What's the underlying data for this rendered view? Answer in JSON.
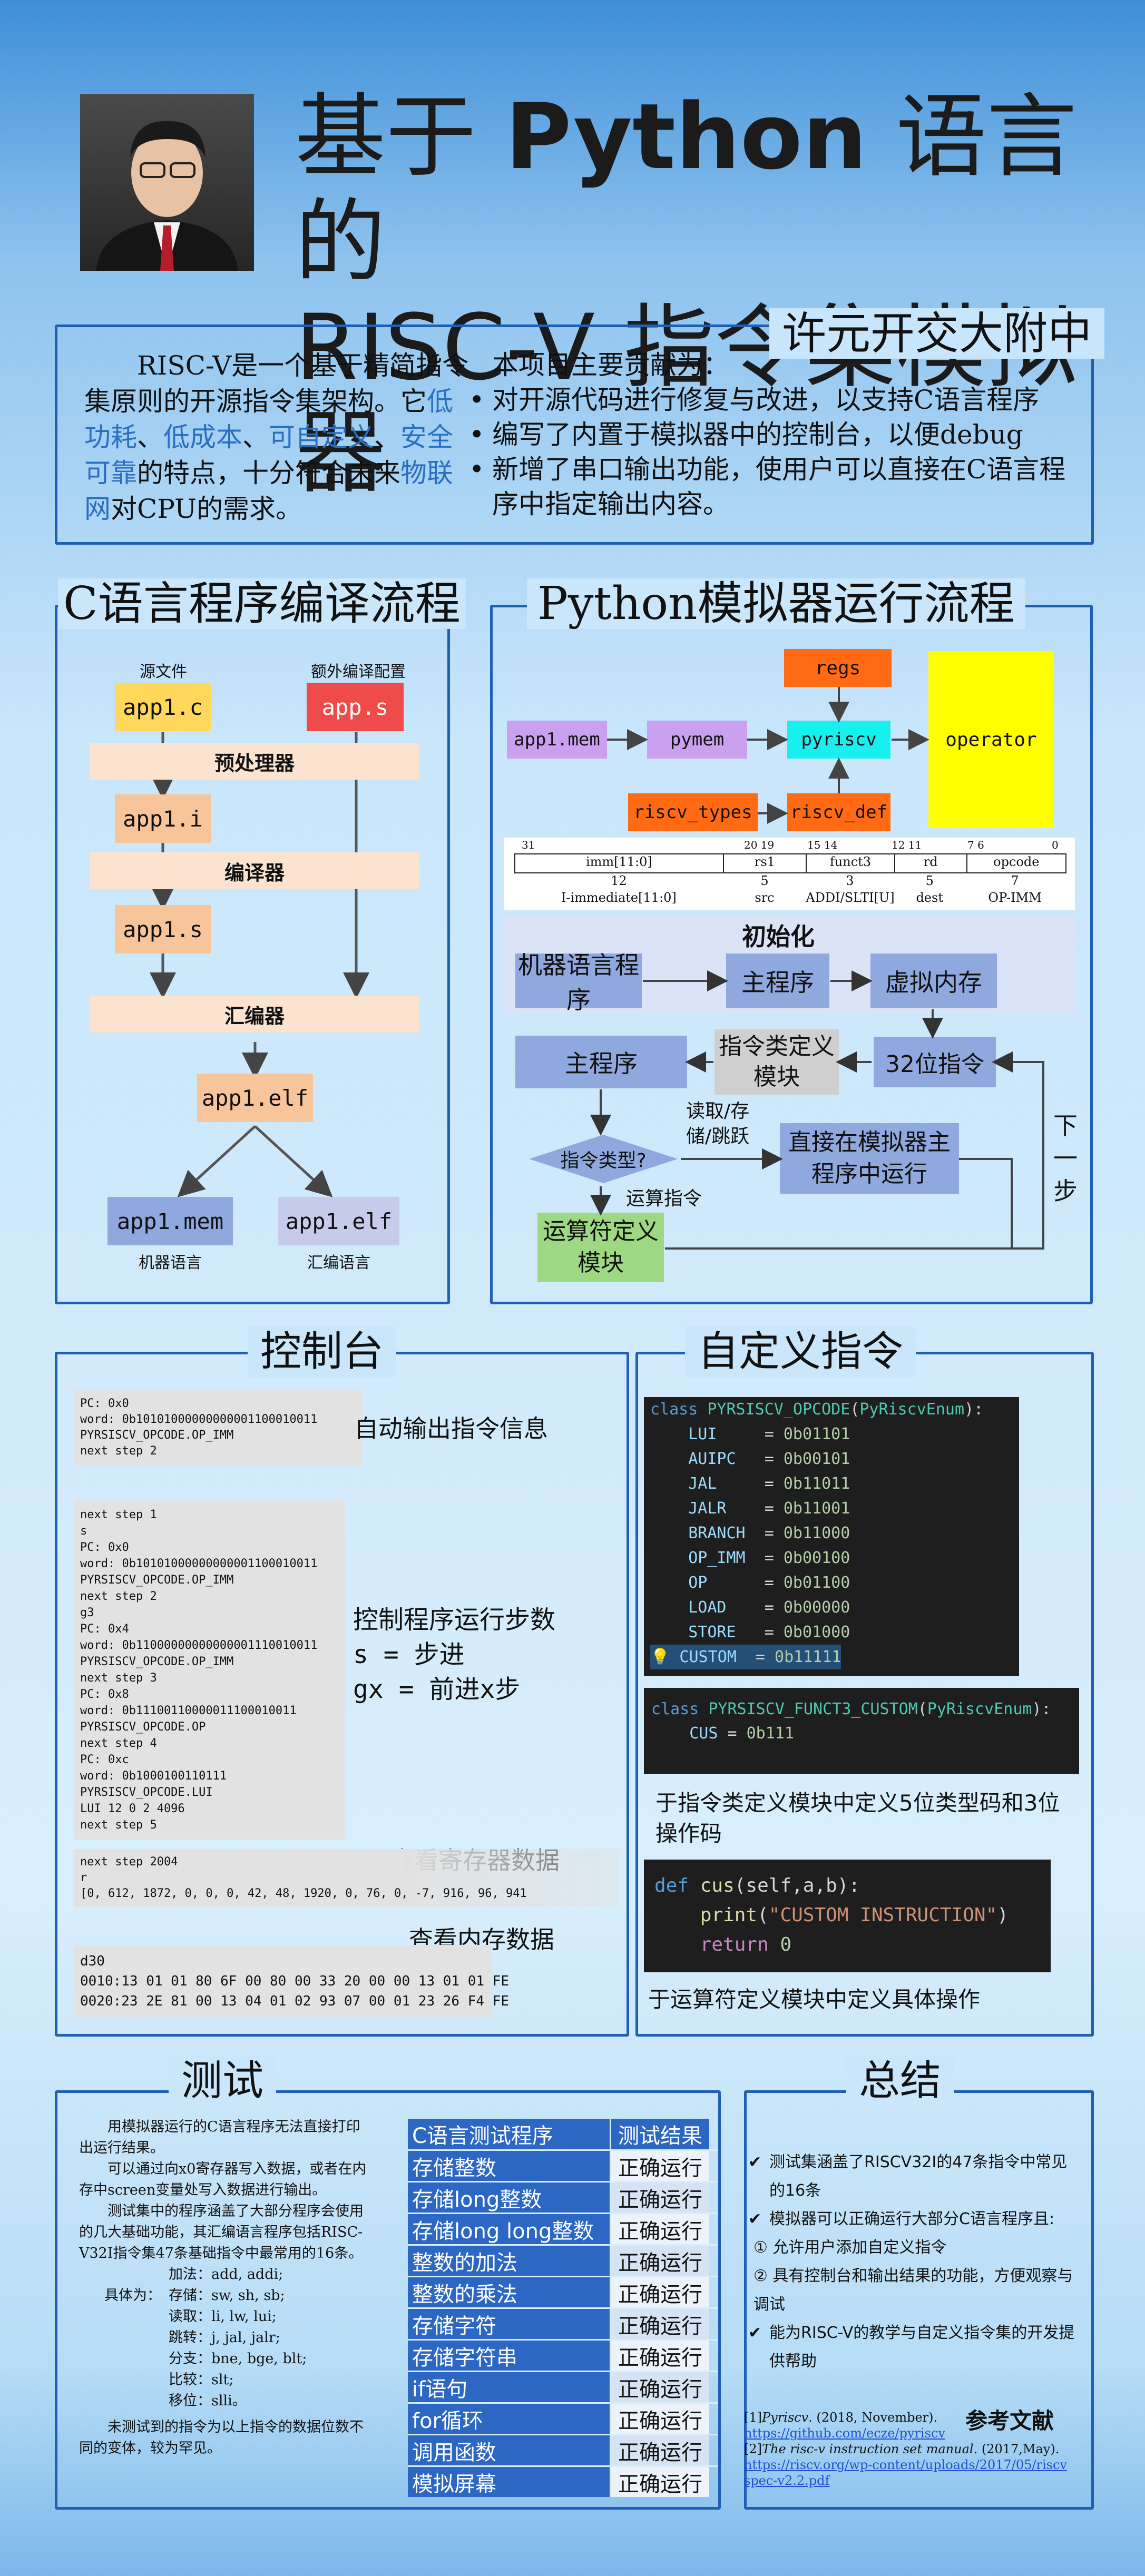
{
  "header": {
    "title_line1_pre": "基于 ",
    "title_line1_bold": "Python",
    "title_line1_post": " 语言的",
    "title_line2": "RISC-V 指令集模拟器",
    "school": "许元开交大附中"
  },
  "intro": {
    "left_a": "RISC-V是一个基于精简指令集原则的开源指令集架构。它",
    "hl1": "低功耗",
    "sep1": "、",
    "hl2": "低成本",
    "sep2": "、",
    "hl3": "可自定义",
    "sep3": "、",
    "hl4": "安全可靠",
    "left_b": "的特点，十分符合未来",
    "hl5": "物联网",
    "left_c": "对CPU的需求。",
    "right_title": "本项目主要贡献为：",
    "bullets": [
      "对开源代码进行修复与改进，以支持C语言程序",
      "编写了内置于模拟器中的控制台，以便debug",
      "新增了串口输出功能，使用户可以直接在C语言程序中指定输出内容。"
    ]
  },
  "compile": {
    "title": "C语言程序编译流程",
    "src_label": "源文件",
    "extra_label": "额外编译配置",
    "appc": "app1.c",
    "apps_extra": "app.s",
    "pre": "预处理器",
    "appi": "app1.i",
    "comp": "编译器",
    "apps": "app1.s",
    "asm": "汇编器",
    "elf": "app1.elf",
    "mem": "app1.mem",
    "elf2": "app1.elf",
    "mem_caption": "机器语言",
    "elf_caption": "汇编语言"
  },
  "sim": {
    "title": "Python模拟器运行流程",
    "regs": "regs",
    "operator": "operator",
    "appmem": "app1.mem",
    "pymem": "pymem",
    "pyriscv": "pyriscv",
    "types": "riscv_types",
    "def": "riscv_def",
    "enc": {
      "bits": [
        "31",
        "20 19",
        "15 14",
        "12 11",
        "7 6",
        "0"
      ],
      "fields": [
        "imm[11:0]",
        "rs1",
        "funct3",
        "rd",
        "opcode"
      ],
      "widths": [
        "12",
        "5",
        "3",
        "5",
        "7"
      ],
      "names": [
        "I-immediate[11:0]",
        "src",
        "ADDI/SLTI[U]",
        "dest",
        "OP-IMM"
      ]
    },
    "init": "初始化",
    "machine": "机器语言程序",
    "main1": "主程序",
    "vmem": "虚拟内存",
    "main2": "主程序",
    "instr_mod": "指令类定义模块",
    "bit32": "32位指令",
    "instr_type": "指令类型?",
    "ldst": "读取/存储/跳跃",
    "direct": "直接在模拟器主程序中运行",
    "arith": "运算指令",
    "op_mod": "运算符定义模块",
    "next": "下一步"
  },
  "console": {
    "title": "控制台",
    "block1": [
      "PC: 0x0",
      "word: 0b10101000000000001100010011",
      "PYRSISCV_OPCODE.OP_IMM",
      "next step 2"
    ],
    "note1": "自动输出指令信息",
    "block2": [
      "next step 1",
      "s",
      "PC: 0x0",
      "word: 0b10101000000000001100010011",
      "PYRSISCV_OPCODE.OP_IMM",
      "next step 2",
      "g3",
      "PC: 0x4",
      "word: 0b11000000000000001110010011",
      "PYRSISCV_OPCODE.OP_IMM",
      "next step 3",
      "PC: 0x8",
      "word: 0b11100110000011100010011",
      "PYRSISCV_OPCODE.OP",
      "next step 4",
      "PC: 0xc",
      "word: 0b1000100110111",
      "PYRSISCV_OPCODE.LUI",
      "LUI 12 0 2 4096",
      "next step 5"
    ],
    "note2": [
      "控制程序运行步数",
      "s  =  步进",
      "gx  =  前进x步"
    ],
    "block3": [
      "next step 2004",
      "r",
      "[0, 612, 1872, 0, 0, 0, 42, 48, 1920, 0, 76, 0, -7, 916, 96, 941"
    ],
    "note3": "查看寄存器数据",
    "note4": "查看内存数据",
    "block4": [
      "d30",
      "0010:13 01 01 80 6F 00 80 00 33 20 00 00 13 01 01 FE",
      "0020:23 2E 81 00 13 04 01 02 93 07 00 01 23 26 F4 FE"
    ]
  },
  "custom": {
    "title": "自定义指令",
    "cls1": "class",
    "cls1_name": "PYRSISCV_OPCODE",
    "cls1_base": "PyRiscvEnum",
    "enum": [
      [
        "LUI",
        "0b01101"
      ],
      [
        "AUIPC",
        "0b00101"
      ],
      [
        "JAL",
        "0b11011"
      ],
      [
        "JALR",
        "0b11001"
      ],
      [
        "BRANCH",
        "0b11000"
      ],
      [
        "OP_IMM",
        "0b00100"
      ],
      [
        "OP",
        "0b01100"
      ],
      [
        "LOAD",
        "0b00000"
      ],
      [
        "STORE",
        "0b01000"
      ],
      [
        "CUSTOM",
        "0b11111"
      ]
    ],
    "cls2_name": "PYRSISCV_FUNCT3_CUSTOM",
    "cls2_base": "PyRiscvEnum",
    "cus": "CUS",
    "cus_val": "0b111",
    "note1": "于指令类定义模块中定义5位类型码和3位操作码",
    "def_kw": "def",
    "def_name": "cus",
    "def_args": "(self,a,b):",
    "print_fn": "print",
    "print_str": "\"CUSTOM INSTRUCTION\"",
    "ret_kw": "return",
    "ret_val": "0",
    "note2": "于运算符定义模块中定义具体操作"
  },
  "test": {
    "title": "测试",
    "p1": "用模拟器运行的C语言程序无法直接打印出运行结果。",
    "p2": "可以通过向x0寄存器写入数据，或者在内存中screen变量处写入数据进行输出。",
    "p3": "测试集中的程序涵盖了大部分程序会使用的几大基础功能，其汇编语言程序包括RISC-V32I指令集47条基础指令中最常用的16条。",
    "kinds_label": "具体为：",
    "kinds": [
      [
        "加法：",
        "add, addi;"
      ],
      [
        "存储：",
        "sw, sh, sb;"
      ],
      [
        "读取：",
        "li, lw, lui;"
      ],
      [
        "跳转：",
        "j, jal, jalr;"
      ],
      [
        "分支：",
        "bne, bge, blt;"
      ],
      [
        "比较：",
        "slt;"
      ],
      [
        "移位：",
        "slli。"
      ]
    ],
    "p4": "未测试到的指令为以上指令的数据位数不同的变体，较为罕见。",
    "th1": "C语言测试程序",
    "th2": "测试结果",
    "rows": [
      [
        "存储整数",
        "正确运行"
      ],
      [
        "存储long整数",
        "正确运行"
      ],
      [
        "存储long long整数",
        "正确运行"
      ],
      [
        "整数的加法",
        "正确运行"
      ],
      [
        "整数的乘法",
        "正确运行"
      ],
      [
        "存储字符",
        "正确运行"
      ],
      [
        "存储字符串",
        "正确运行"
      ],
      [
        "if语句",
        "正确运行"
      ],
      [
        "for循环",
        "正确运行"
      ],
      [
        "调用函数",
        "正确运行"
      ],
      [
        "模拟屏幕",
        "正确运行"
      ]
    ]
  },
  "summary": {
    "title": "总结",
    "items": [
      "测试集涵盖了RISCV32I的47条指令中常见的16条",
      "模拟器可以正确运行大部分C语言程序且:",
      "① 允许用户添加自定义指令",
      "② 具有控制台和输出结果的功能，方便观察与调试",
      "能为RISC-V的教学与自定义指令集的开发提供帮助"
    ],
    "ref_title": "参考文献",
    "ref1a": "[1]",
    "ref1b": "Pyriscv",
    "ref1c": ". (2018, November). ",
    "ref1url": "https://github.com/ecze/pyriscv",
    "ref2a": "[2]",
    "ref2b": "The risc-v instruction set manual",
    "ref2c": ". (2017,May). ",
    "ref2url": "https://riscv.org/wp-content/uploads/2017/05/riscvspec-v2.2.pdf"
  },
  "colors": {
    "frame": "#1f5fb6",
    "yellow": "#ffd75a",
    "red": "#f04b4b",
    "peach": "#f8c59a",
    "bar": "#fbe3cf",
    "blue": "#8fa8dd",
    "lav": "#c6cbea",
    "orange": "#ff6a13",
    "purple": "#c9a1f0",
    "cyan": "#18f0f0",
    "lime": "#ffff00",
    "green": "#9fd883",
    "gray": "#cfcfcf"
  }
}
